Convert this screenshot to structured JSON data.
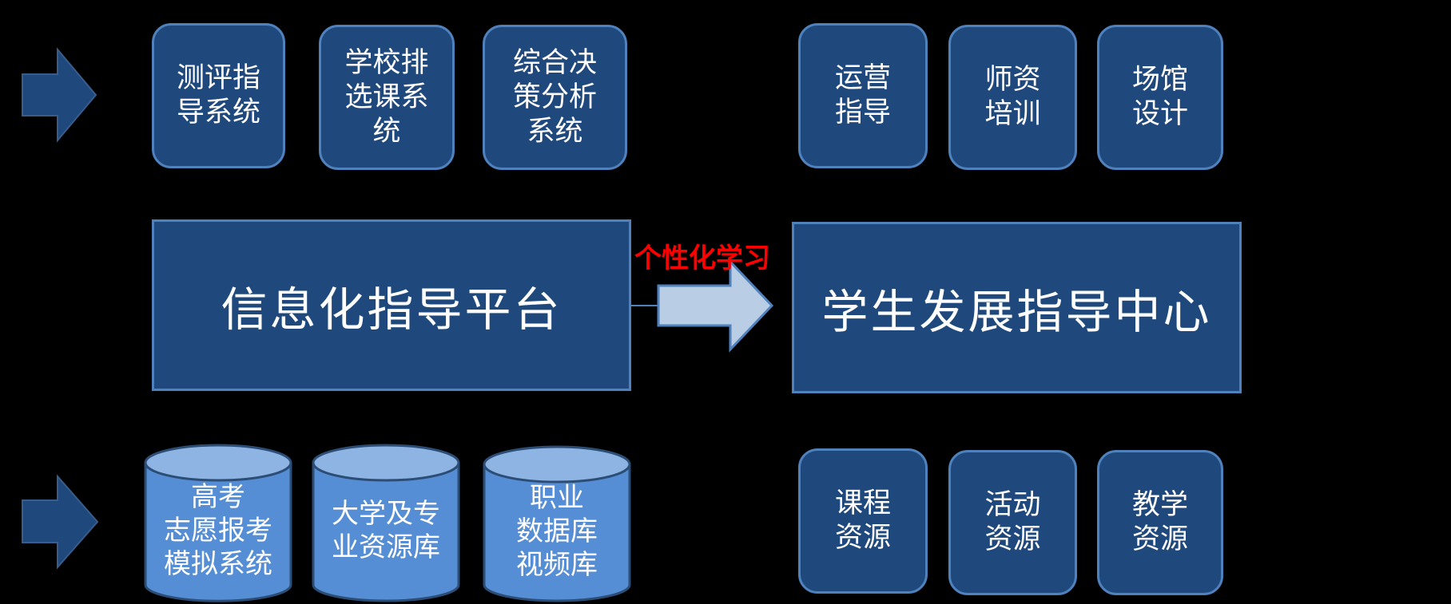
{
  "platform": {
    "title": "信息化指导平台"
  },
  "center": {
    "title": "学生发展指导中心"
  },
  "connector": {
    "label": "个性化学习"
  },
  "top_left_boxes": [
    {
      "label": "测评指\n导系统"
    },
    {
      "label": "学校排\n选课系\n统"
    },
    {
      "label": "综合决\n策分析\n系统"
    }
  ],
  "top_right_boxes": [
    {
      "label": "运营\n指导"
    },
    {
      "label": "师资\n培训"
    },
    {
      "label": "场馆\n设计"
    }
  ],
  "bottom_cylinders": [
    {
      "label": "高考\n志愿报考\n模拟系统"
    },
    {
      "label": "大学及专\n业资源库"
    },
    {
      "label": "职业\n数据库\n视频库"
    }
  ],
  "bottom_right_boxes": [
    {
      "label": "课程\n资源"
    },
    {
      "label": "活动\n资源"
    },
    {
      "label": "教学\n资源"
    }
  ],
  "colors": {
    "box_fill": "#1f497d",
    "box_border": "#4f81bd",
    "cylinder_body": "#558ed5",
    "cylinder_top": "#8eb4e3",
    "connector_arrow": "#b9cde5",
    "label_red": "#ff0000"
  }
}
